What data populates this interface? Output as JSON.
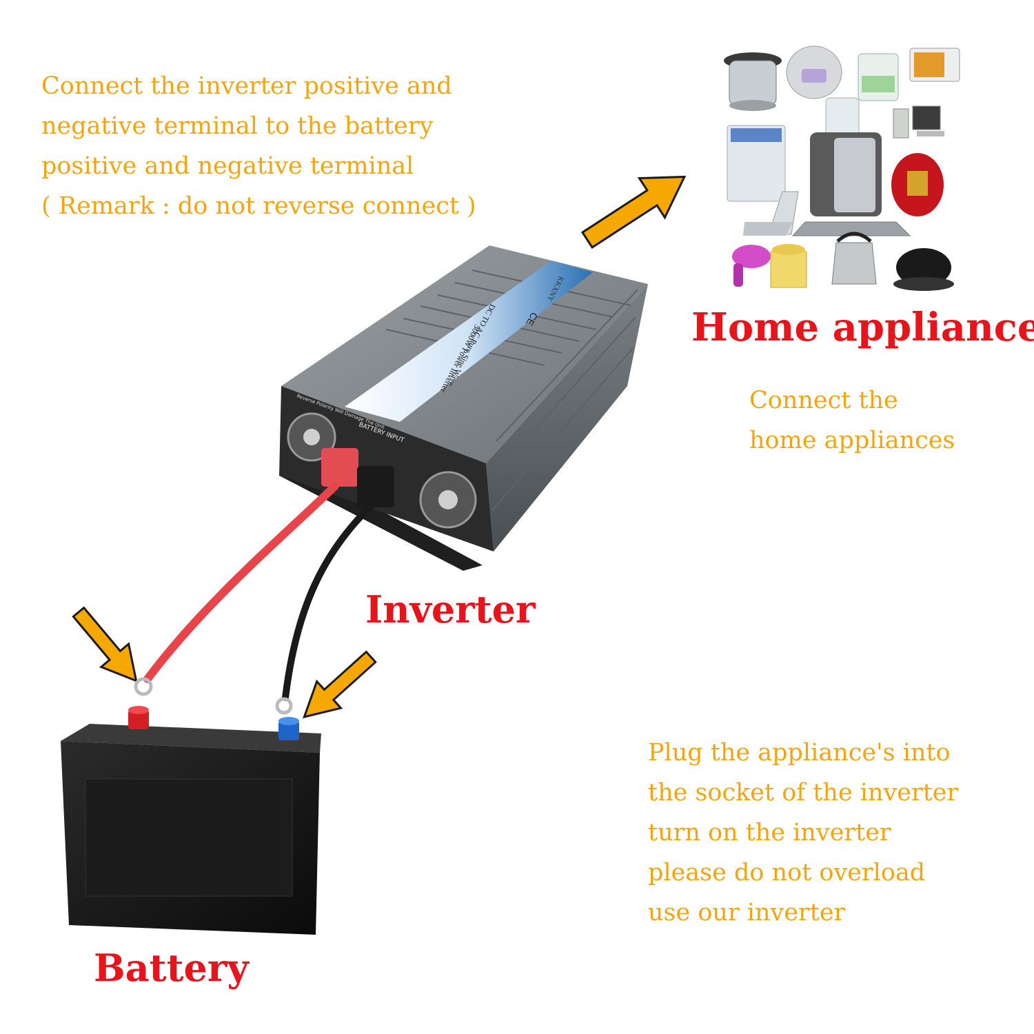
{
  "instructions": {
    "connect_battery": [
      "Connect the inverter positive and",
      "negative terminal to the battery",
      "positive and negative terminal",
      "( Remark : do not reverse connect )"
    ],
    "connect_appliances": [
      "Connect the",
      "home appliances"
    ],
    "plug_in": [
      "Plug the appliance's into",
      "the socket of the inverter",
      "turn on the inverter",
      "please do not overload",
      "use our inverter"
    ]
  },
  "labels": {
    "home_appliances": "Home appliances",
    "inverter": "Inverter",
    "battery": "Battery"
  },
  "device": {
    "brand": "KKXNY",
    "model_line1": "3000W Power Inverter",
    "model_line2": "DC TO AC Pure Sine Wave",
    "certification": "CE",
    "warning": "Reverse Polarity Will Damage The Unit",
    "battery_input": "BATTERY INPUT"
  },
  "colors": {
    "instruction_text": "#f5a40e",
    "label_text": "#e8141c",
    "arrow": "#f5a800",
    "positive_cable": "#e8454a",
    "negative_cable": "#1a1a1a"
  },
  "appliance_icons": [
    "pressure-cooker-icon",
    "rice-cooker-icon",
    "washing-machine-small-icon",
    "microwave-icon",
    "washing-machine-icon",
    "juicer-icon",
    "desktop-computer-icon",
    "red-rice-cooker-icon",
    "laptop-icon",
    "induction-cooker-icon",
    "hair-dryer-icon",
    "yellow-kettle-icon",
    "steel-kettle-icon",
    "teapot-icon"
  ]
}
